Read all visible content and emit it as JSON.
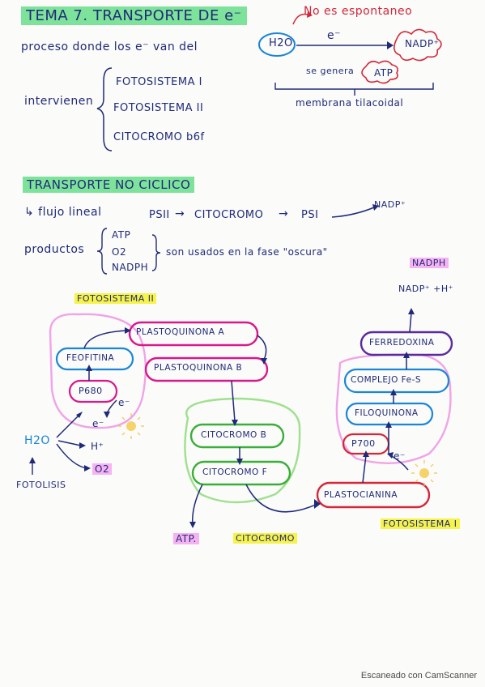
{
  "title": "TEMA 7. TRANSPORTE DE e⁻",
  "header_note": "No es espontaneo",
  "process_sentence": "proceso donde los e⁻ van del",
  "top_diagram": {
    "from": "H2O",
    "electron": "e⁻",
    "to": "NADP⁺",
    "byproduct_text": "se genera",
    "byproduct": "ATP",
    "membrane": "membrana tilacoidal"
  },
  "intervienen_label": "intervienen",
  "intervienen_items": [
    "FOTOSISTEMA I",
    "FOTOSISTEMA II",
    "CITOCROMO b6f"
  ],
  "section_title": "TRANSPORTE NO CICLICO",
  "flow_line": {
    "prefix": "↳ flujo lineal",
    "s1": "PSII",
    "s2": "CITOCROMO",
    "s3": "PSI",
    "s4": "NADP⁺"
  },
  "products_label": "productos",
  "products": [
    "ATP",
    "O2",
    "NADPH"
  ],
  "products_note": "son usados en la fase \"oscura\"",
  "diagram": {
    "fotosistema_ii": "FOTOSISTEMA II",
    "fotosistema_i": "FOTOSISTEMA I",
    "plastoquinona_a": "PLASTOQUINONA A",
    "plastoquinona_b": "PLASTOQUINONA B",
    "feofitina": "FEOFITINA",
    "p680": "P680",
    "e1": "e⁻",
    "e2": "e⁻",
    "e3": "e⁻",
    "h2o": "H2O",
    "h_plus": "H⁺",
    "o2": "O2",
    "fotolisis": "FOTOLISIS",
    "citocromo_b": "CITOCROMO B",
    "citocromo_f": "CITOCROMO F",
    "atp": "ATP.",
    "citocromo": "CITOCROMO",
    "plastocianina": "PLASTOCIANINA",
    "p700": "P700",
    "filoquinona": "FILOQUINONA",
    "complejo": "COMPLEJO Fe-S",
    "ferredoxina": "FERREDOXINA",
    "nadp_h": "NADP⁺ +H⁺",
    "nadph": "NADPH"
  },
  "scanner_text": "Escaneado con CamScanner",
  "colors": {
    "ink": "#1f2a78",
    "red": "#d3273a",
    "magenta": "#d6198b",
    "blue": "#1b86d6",
    "green": "#3aae3a",
    "purple": "#5b2a9c",
    "highlight_green": "#7ee39a",
    "highlight_yellow": "#f6f34a",
    "highlight_pink": "#f6b3f2"
  }
}
